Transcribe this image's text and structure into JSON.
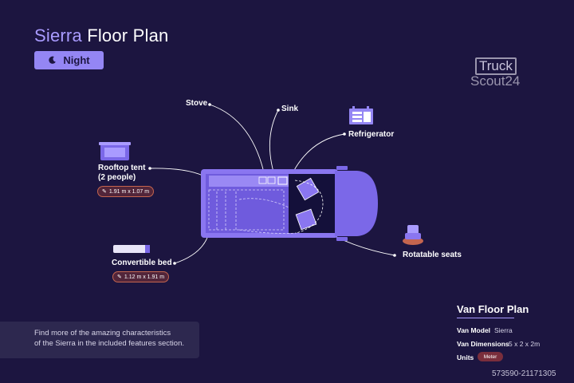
{
  "title": {
    "accent": "Sierra",
    "rest": "Floor Plan"
  },
  "mode_toggle": {
    "label": "Night",
    "icon": "moon-icon"
  },
  "logo": {
    "line1": "Truck",
    "line2": "Scout24"
  },
  "features": {
    "stove": "Stove",
    "sink": "Sink",
    "refrigerator": "Refrigerator",
    "rooftop_tent": {
      "label_line1": "Rooftop tent",
      "label_line2": "(2 people)",
      "dimensions": "1.91 m x 1.07 m"
    },
    "convertible_bed": {
      "label": "Convertible bed",
      "dimensions": "1.12 m x 1.91 m"
    },
    "rotatable_seats": "Rotatable seats"
  },
  "info": {
    "line1": "Find more of the amazing characteristics",
    "line2": "of the Sierra in the included features section."
  },
  "panel": {
    "title": "Van Floor Plan",
    "model_label": "Van Model",
    "model_value": "Sierra",
    "dimensions_label": "Van Dimensions",
    "dimensions_value": "5 x 2 x 2m",
    "units_label": "Units",
    "units_value": "Meter"
  },
  "watermark": "573590-21171305",
  "colors": {
    "background": "#1c1540",
    "accent": "#a99bff",
    "button": "#9486f4",
    "van": "#7b68e8",
    "badge_border": "#c4654f"
  }
}
